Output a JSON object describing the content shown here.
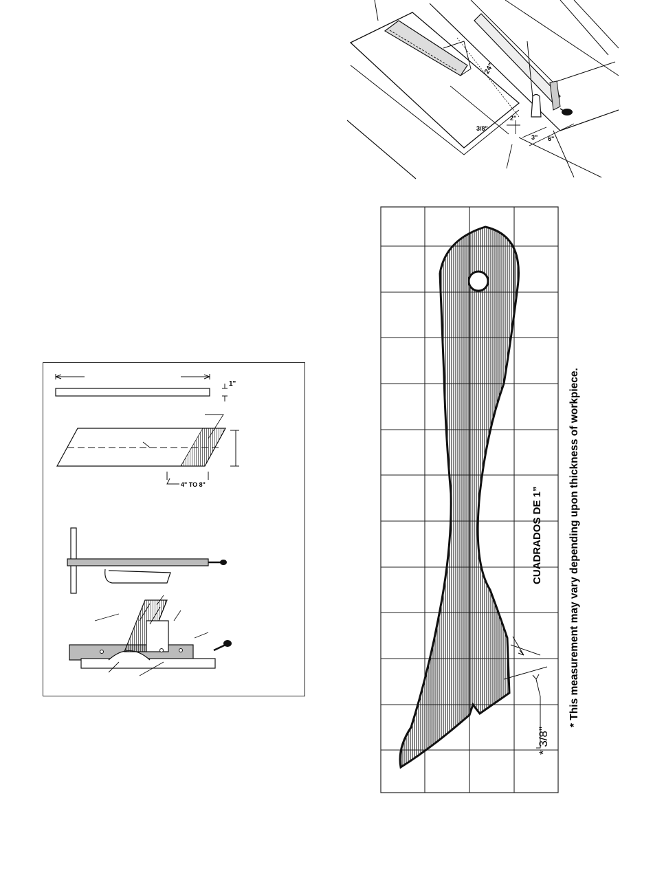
{
  "table_saw_figure": {
    "dimensions": {
      "length": "24\"",
      "offset_small": "3/8\"",
      "rise": "2\"",
      "width_short": "3\"",
      "width_long": "6\""
    }
  },
  "feather_board_figure": {
    "thickness": "1\"",
    "kerf_range": "4\" TO 8\""
  },
  "push_stick_figure": {
    "grid_caption": "CUADRADOS DE 1”",
    "notch_dimension": "* 3/8\"",
    "footnote": "* This measurement may vary depending upon thickness of workpiece."
  },
  "colors": {
    "line": "#111111",
    "grid": "#222222",
    "paper": "#ffffff"
  }
}
